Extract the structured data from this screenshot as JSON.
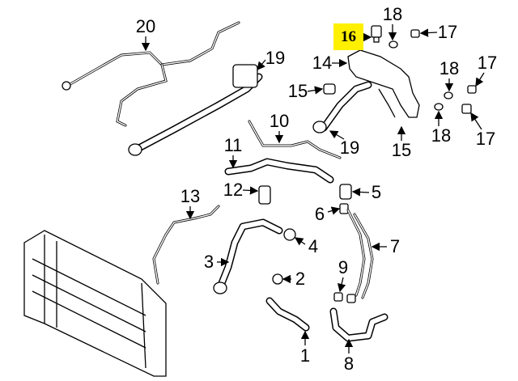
{
  "highlight_color": "#ffef00",
  "highlighted_callout": "16",
  "callouts": {
    "c20": "20",
    "c16": "16",
    "c18a": "18",
    "c17a": "17",
    "c19a": "19",
    "c14": "14",
    "c18b": "18",
    "c17b": "17",
    "c15a": "15",
    "c10": "10",
    "c18c": "18",
    "c17c": "17",
    "c19b": "19",
    "c15b": "15",
    "c11": "11",
    "c12": "12",
    "c5": "5",
    "c13": "13",
    "c6": "6",
    "c7": "7",
    "c4": "4",
    "c3": "3",
    "c9": "9",
    "c2": "2",
    "c1": "1",
    "c8": "8"
  }
}
